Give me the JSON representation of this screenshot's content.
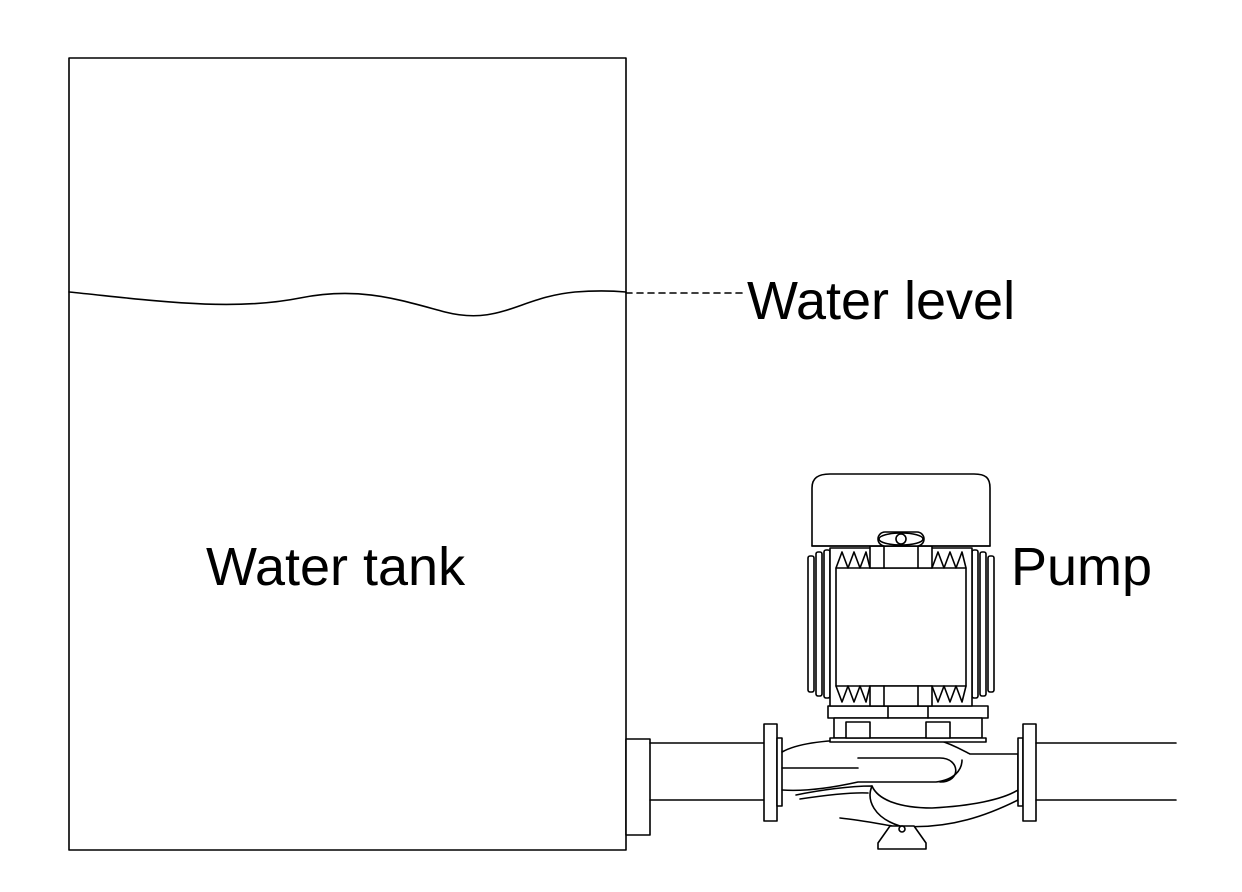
{
  "labels": {
    "tank": "Water tank",
    "water_level": "Water level",
    "pump": "Pump"
  },
  "colors": {
    "line": "#000000",
    "background": "#ffffff"
  }
}
